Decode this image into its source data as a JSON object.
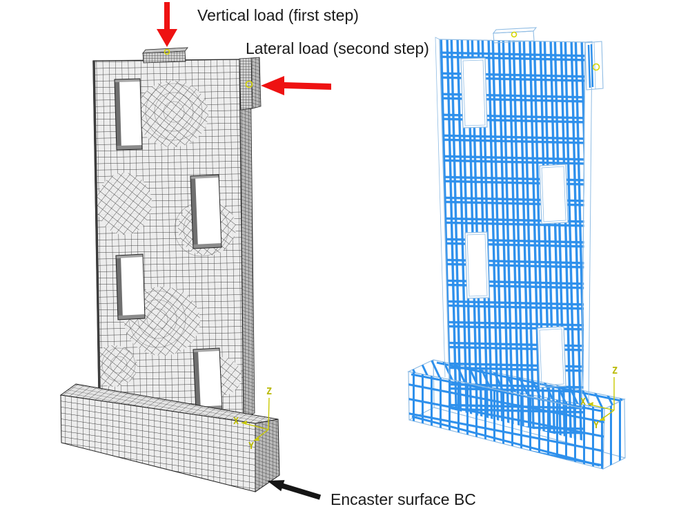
{
  "annotations": {
    "vertical_load_label": "Vertical load (first step)",
    "lateral_load_label": "Lateral load (second step)",
    "encaster_label": "Encaster surface BC"
  },
  "triad_left": {
    "x_label": "X",
    "y_label": "Y",
    "z_label": "Z"
  },
  "triad_right": {
    "x_label": "X",
    "y_label": "Y",
    "z_label": "Z"
  },
  "colors": {
    "background": "#ffffff",
    "load_arrow_red": "#ee1212",
    "bc_arrow_black": "#151515",
    "mesh_line": "#333333",
    "solid_fill": "#ededed",
    "side_face_fill": "#b9b9b9",
    "rebar_blue": "#2e90ec",
    "concrete_outline_blue": "#8fbce4",
    "axis_yellow": "#c9c900",
    "marker_yellow": "#d6d600"
  }
}
